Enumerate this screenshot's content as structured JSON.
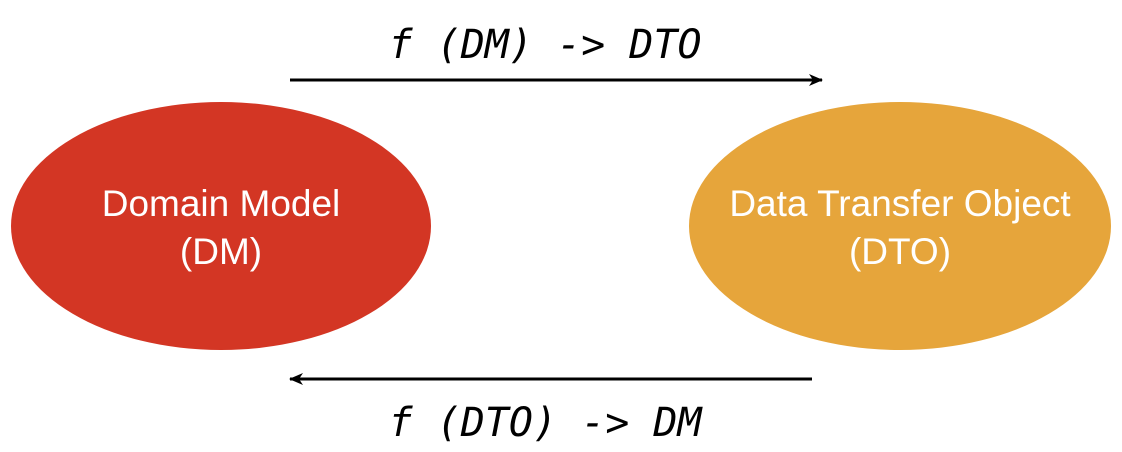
{
  "nodes": {
    "domain_model": {
      "line1": "Domain Model",
      "line2": "(DM)",
      "color": "#d33624"
    },
    "dto": {
      "line1": "Data Transfer Object",
      "line2": "(DTO)",
      "color": "#e6a53b"
    }
  },
  "edges": {
    "dm_to_dto": {
      "label": "f (DM) -> DTO"
    },
    "dto_to_dm": {
      "label": "f (DTO) -> DM"
    }
  },
  "colors": {
    "arrow": "#000000",
    "label_text": "#000000",
    "node_text": "#ffffff"
  }
}
